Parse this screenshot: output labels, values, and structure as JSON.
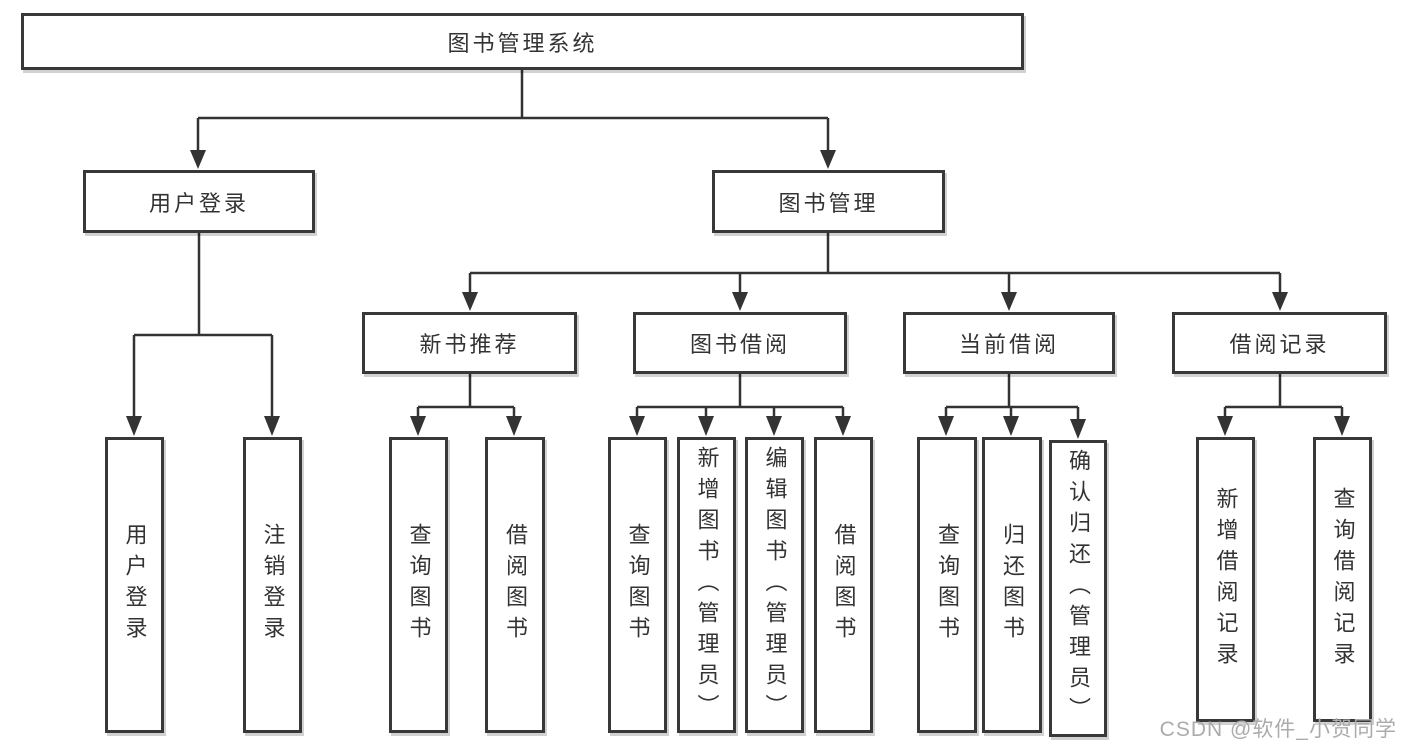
{
  "diagram": {
    "root": {
      "label": "图书管理系统"
    },
    "level2": [
      {
        "label": "用户登录"
      },
      {
        "label": "图书管理"
      }
    ],
    "level3": [
      {
        "label": "新书推荐"
      },
      {
        "label": "图书借阅"
      },
      {
        "label": "当前借阅"
      },
      {
        "label": "借阅记录"
      }
    ],
    "leaves": {
      "user_login": [
        {
          "label": "用户登录"
        },
        {
          "label": "注销登录"
        }
      ],
      "new_book_recommend": [
        {
          "label": "查询图书"
        },
        {
          "label": "借阅图书"
        }
      ],
      "book_borrowing": [
        {
          "label": "查询图书"
        },
        {
          "label": "新增图书（管理员）"
        },
        {
          "label": "编辑图书（管理员）"
        },
        {
          "label": "借阅图书"
        }
      ],
      "current_borrowing": [
        {
          "label": "查询图书"
        },
        {
          "label": "归还图书"
        },
        {
          "label": "确认归还（管理员）"
        }
      ],
      "borrowing_records": [
        {
          "label": "新增借阅记录"
        },
        {
          "label": "查询借阅记录"
        }
      ]
    }
  },
  "watermark": {
    "text": "CSDN @软件_小贺同学"
  },
  "colors": {
    "line": "#333333",
    "border": "#383838",
    "text": "#333333",
    "background": "#ffffff",
    "watermark": "#ababab"
  }
}
